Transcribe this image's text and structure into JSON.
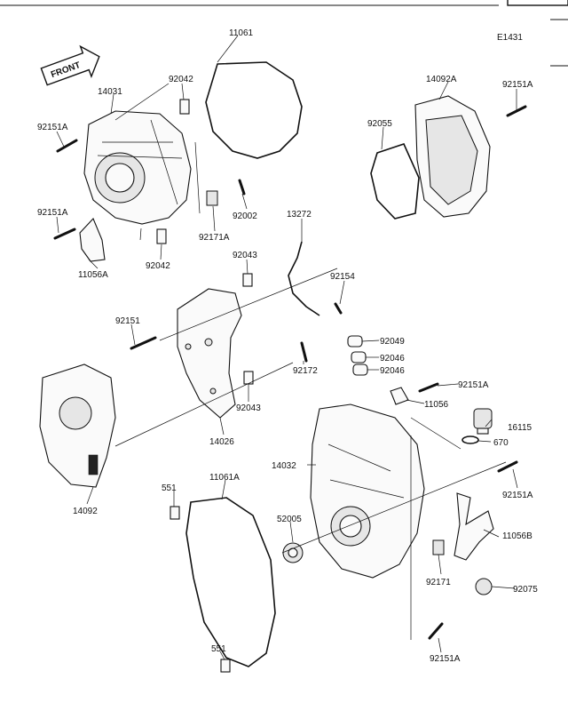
{
  "diagram": {
    "code": "E1431",
    "front_label": "FRONT",
    "labels": [
      "11061",
      "14031",
      "92042",
      "92151A",
      "92151A",
      "92171A",
      "92002",
      "92042",
      "11056A",
      "14092A",
      "92151A",
      "92055",
      "13272",
      "92043",
      "92154",
      "92151",
      "92172",
      "92043",
      "14026",
      "14092",
      "92049",
      "92046",
      "92046",
      "92151A",
      "11056",
      "16115",
      "670",
      "14032",
      "92151A",
      "551",
      "11061A",
      "52005",
      "11056B",
      "92171",
      "92075",
      "551",
      "92151A"
    ]
  }
}
